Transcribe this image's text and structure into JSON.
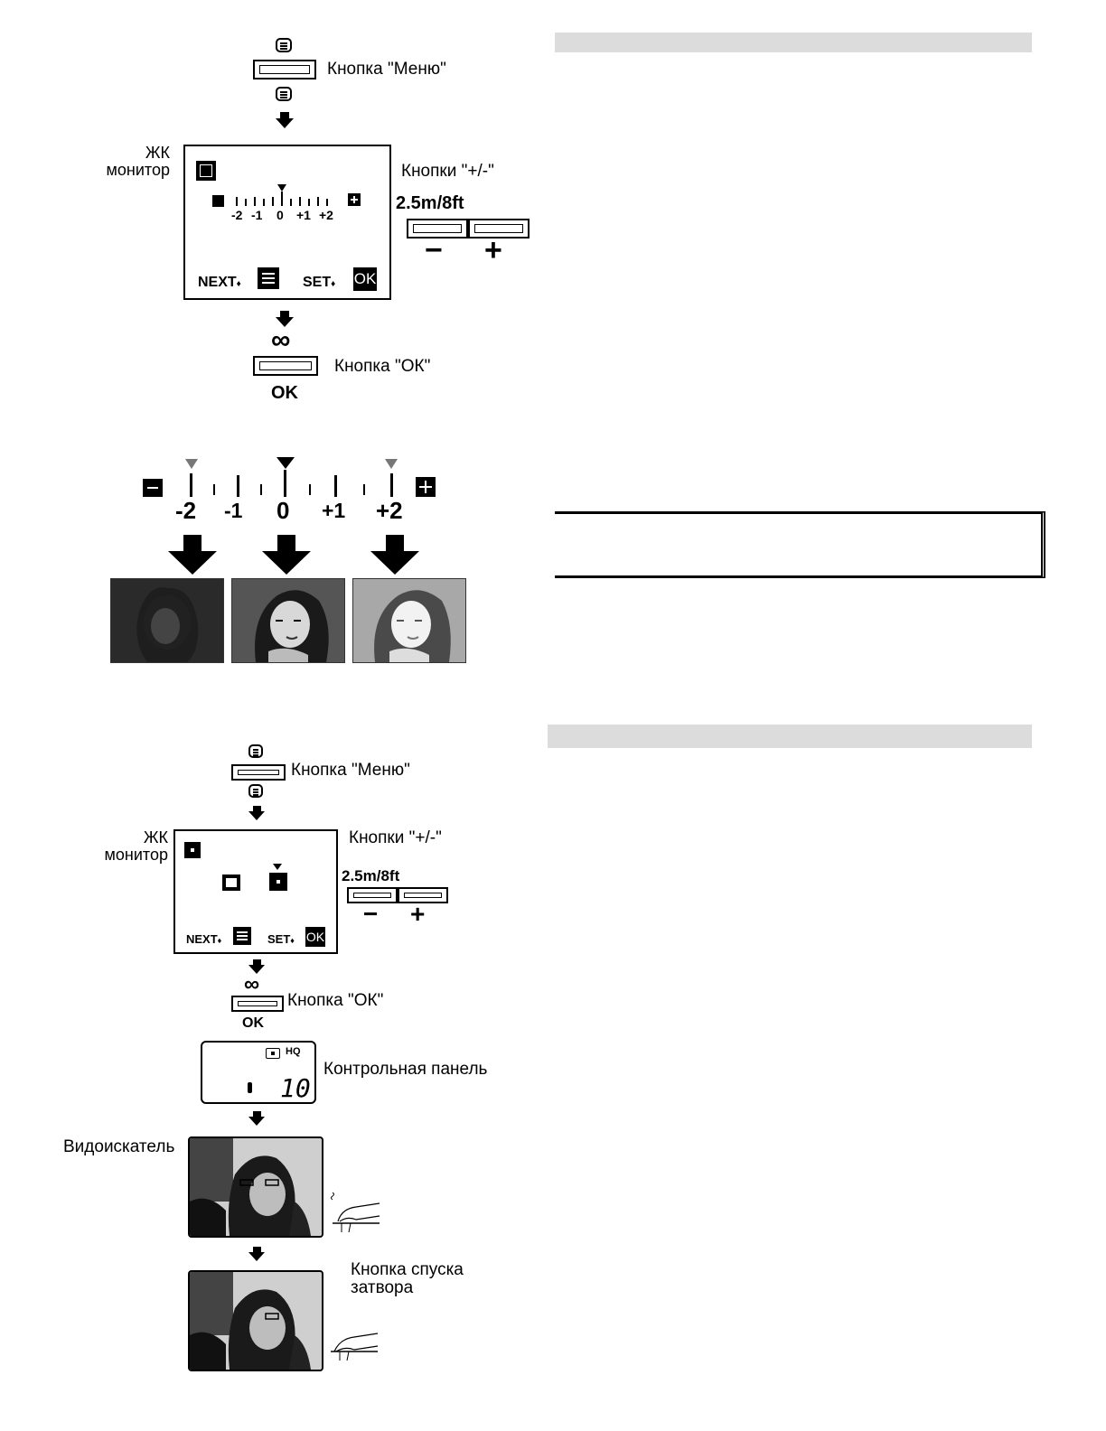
{
  "section1": {
    "menu_button_label": "Кнопка \"Меню\"",
    "lcd_label_line1": "ЖК",
    "lcd_label_line2": "монитор",
    "plus_minus_label": "Кнопки \"+/-\"",
    "distance": "2.5m/8ft",
    "minus_sign": "−",
    "plus_sign": "+",
    "scale_labels": [
      "-2",
      "-1",
      "0",
      "+1",
      "+2"
    ],
    "next_label": "NEXT",
    "set_label": "SET",
    "ok_icon": "OK",
    "ok_button_label": "Кнопка \"ОК\"",
    "ok_text": "OK",
    "infinity": "∞"
  },
  "exposure_scale": {
    "labels": [
      "-2",
      "-1",
      "0",
      "+1",
      "+2"
    ],
    "minus_icon": "−",
    "plus_icon": "+"
  },
  "section2": {
    "menu_button_label": "Кнопка \"Меню\"",
    "lcd_label_line1": "ЖК",
    "lcd_label_line2": "монитор",
    "plus_minus_label": "Кнопки \"+/-\"",
    "distance": "2.5m/8ft",
    "minus_sign": "−",
    "plus_sign": "+",
    "next_label": "NEXT",
    "set_label": "SET",
    "ok_icon": "OK",
    "ok_button_label": "Кнопка \"ОК\"",
    "ok_text": "OK",
    "infinity": "∞",
    "control_panel_label": "Контрольная панель",
    "panel_hq": "HQ",
    "panel_count": "10",
    "viewfinder_label": "Видоискатель",
    "shutter_label_line1": "Кнопка спуска",
    "shutter_label_line2": "затвора"
  },
  "colors": {
    "header_bar": "#dcdcdc",
    "ink": "#000000"
  }
}
